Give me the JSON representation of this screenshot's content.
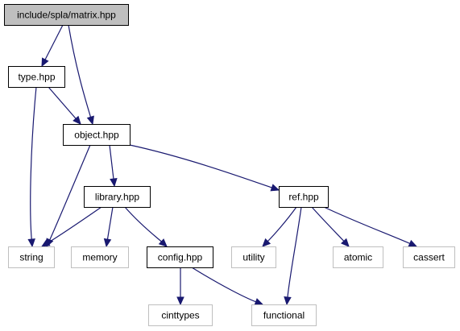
{
  "graph": {
    "edge_color": "#191970",
    "root_fill": "#bfbfbf",
    "nodes": [
      {
        "id": "matrix",
        "label": "include/spla/matrix.hpp",
        "kind": "root"
      },
      {
        "id": "type",
        "label": "type.hpp",
        "kind": "file"
      },
      {
        "id": "object",
        "label": "object.hpp",
        "kind": "file"
      },
      {
        "id": "library",
        "label": "library.hpp",
        "kind": "file"
      },
      {
        "id": "ref",
        "label": "ref.hpp",
        "kind": "file"
      },
      {
        "id": "config",
        "label": "config.hpp",
        "kind": "file"
      },
      {
        "id": "string",
        "label": "string",
        "kind": "system"
      },
      {
        "id": "memory",
        "label": "memory",
        "kind": "system"
      },
      {
        "id": "utility",
        "label": "utility",
        "kind": "system"
      },
      {
        "id": "atomic",
        "label": "atomic",
        "kind": "system"
      },
      {
        "id": "cassert",
        "label": "cassert",
        "kind": "system"
      },
      {
        "id": "cinttypes",
        "label": "cinttypes",
        "kind": "system"
      },
      {
        "id": "functional",
        "label": "functional",
        "kind": "system"
      }
    ],
    "edges": [
      {
        "from": "matrix",
        "to": "type"
      },
      {
        "from": "matrix",
        "to": "object"
      },
      {
        "from": "type",
        "to": "object"
      },
      {
        "from": "type",
        "to": "string"
      },
      {
        "from": "object",
        "to": "string"
      },
      {
        "from": "object",
        "to": "library"
      },
      {
        "from": "object",
        "to": "ref"
      },
      {
        "from": "library",
        "to": "string"
      },
      {
        "from": "library",
        "to": "memory"
      },
      {
        "from": "library",
        "to": "config"
      },
      {
        "from": "config",
        "to": "cinttypes"
      },
      {
        "from": "config",
        "to": "functional"
      },
      {
        "from": "ref",
        "to": "utility"
      },
      {
        "from": "ref",
        "to": "functional"
      },
      {
        "from": "ref",
        "to": "atomic"
      },
      {
        "from": "ref",
        "to": "cassert"
      }
    ]
  }
}
